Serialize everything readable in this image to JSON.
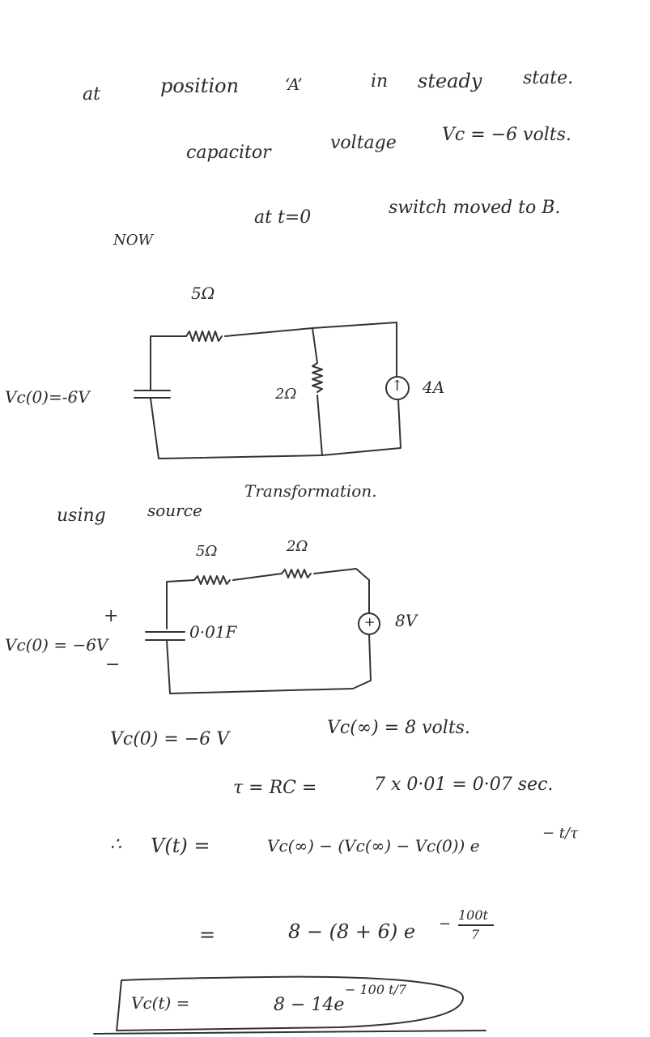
{
  "intro": {
    "w1": "at",
    "w2": "position",
    "w3": "‘A’",
    "w4": "in",
    "w5": "steady",
    "w6": "state.",
    "cap1": "capacitor",
    "cap2": "voltage",
    "cap3": "Vc = −6 volts.",
    "now": "NOW",
    "at_t0": "at t=0",
    "switch": "switch moved to B."
  },
  "circuit1": {
    "r_top": "5Ω",
    "r_mid": "2Ω",
    "vc0": "Vc(0)=-6V",
    "src": "4A",
    "arrow": "↑"
  },
  "transform": {
    "w1": "using",
    "w2": "source",
    "w3": "Transformation."
  },
  "circuit2": {
    "r1": "5Ω",
    "r2": "2Ω",
    "plus": "+",
    "minus": "−",
    "vc0": "Vc(0) = −6V",
    "cap": "0·01F",
    "src_sign": "+",
    "src": "8V"
  },
  "calc": {
    "vc0": "Vc(0) = −6 V",
    "vcinf": "Vc(∞) = 8 volts.",
    "tau_lhs": "τ = RC =",
    "tau_rhs": "7 x 0·01 = 0·07 sec.",
    "therefore": "∴",
    "vt": "V(t) =",
    "vt_rhs": "Vc(∞) − (Vc(∞) − Vc(0)) e",
    "vt_exp": "− t/τ",
    "eq": "=",
    "line2": "8 − (8 + 6) e",
    "line2_exp_sign": "−",
    "line2_exp_num": "100t",
    "line2_exp_den": "7",
    "final_lhs": "Vc(t) =",
    "final_rhs": "8 − 14e",
    "final_exp": "− 100 t/7"
  }
}
